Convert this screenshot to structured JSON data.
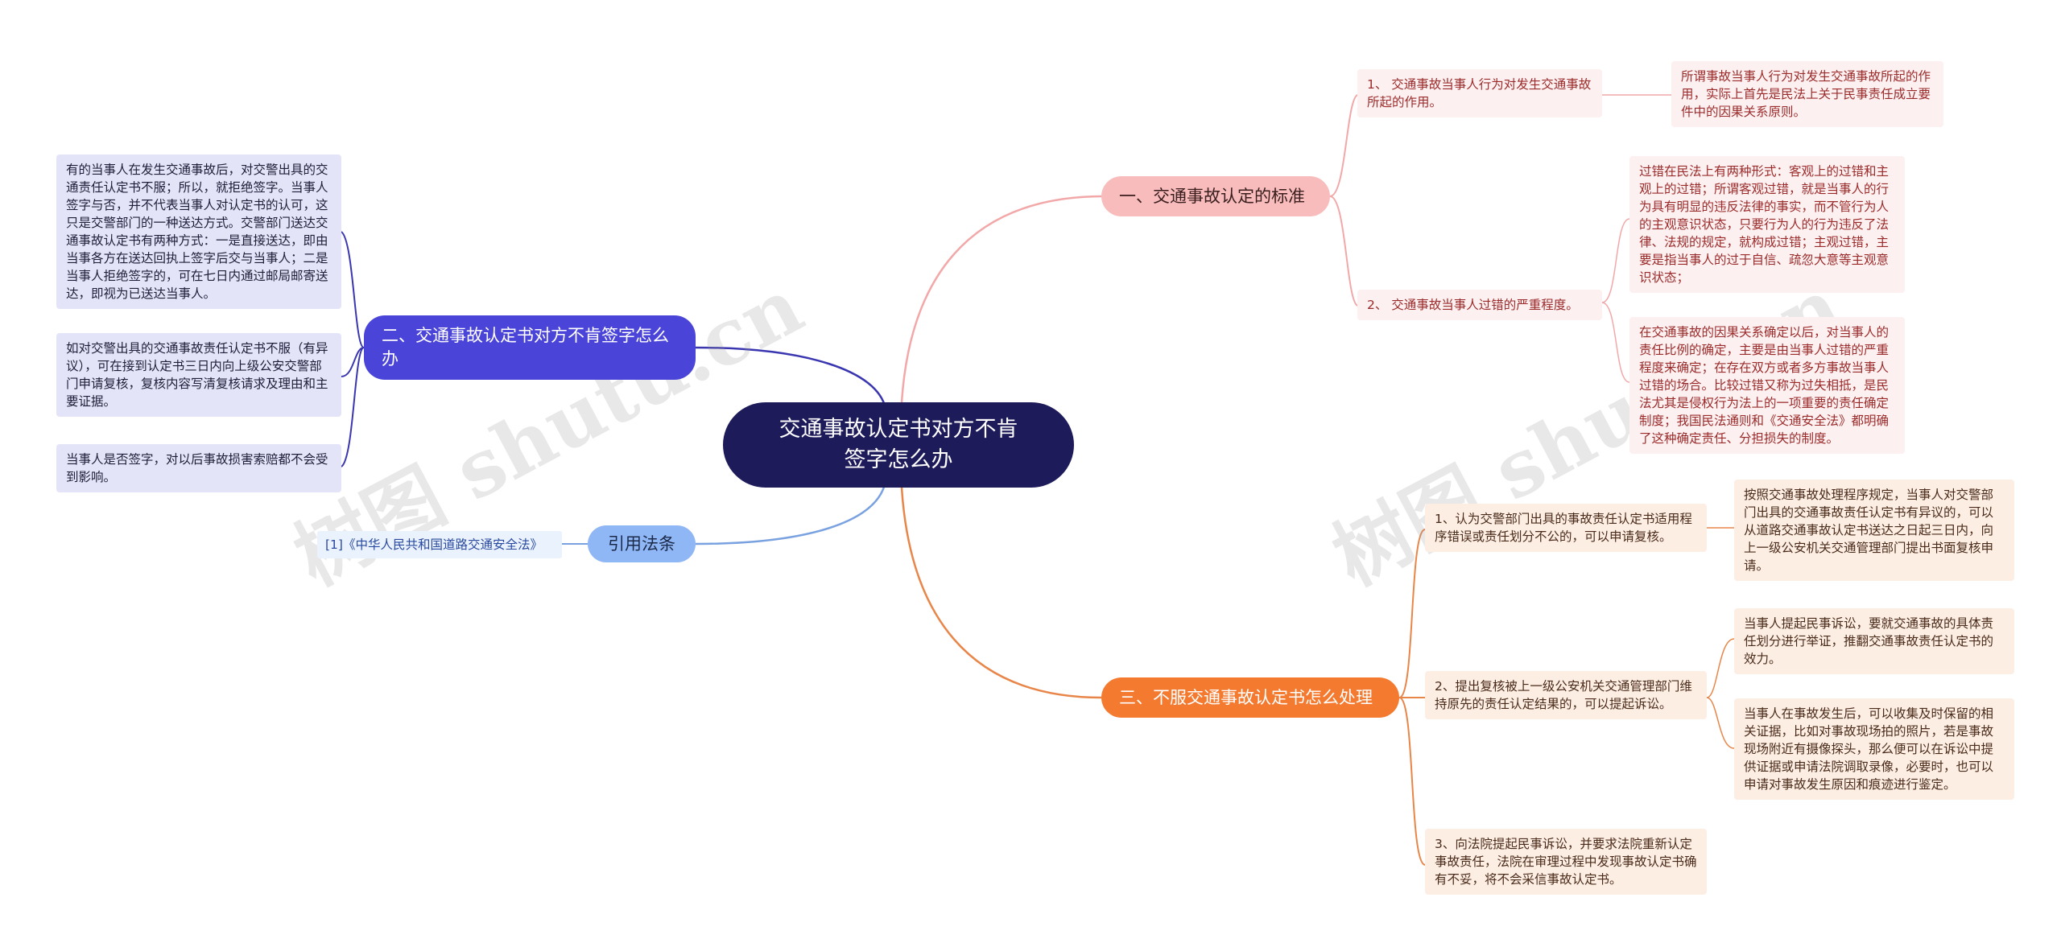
{
  "center": {
    "title": "交通事故认定书对方不肯签字怎么办"
  },
  "topics": {
    "t1": "一、交通事故认定的标准",
    "t2": "二、交通事故认定书对方不肯签字怎么办",
    "t3": "三、不服交通事故认定书怎么处理",
    "t4": "引用法条"
  },
  "t1_children": {
    "sub1": "1、 交通事故当事人行为对发生交通事故所起的作用。",
    "sub1_leaf": "所谓事故当事人行为对发生交通事故所起的作用，实际上首先是民法上关于民事责任成立要件中的因果关系原则。",
    "sub2": "2、 交通事故当事人过错的严重程度。",
    "sub2_leaf1": "过错在民法上有两种形式：客观上的过错和主观上的过错；所谓客观过错，就是当事人的行为具有明显的违反法律的事实，而不管行为人的主观意识状态，只要行为人的行为违反了法律、法规的规定，就构成过错；主观过错，主要是指当事人的过于自信、疏忽大意等主观意识状态；",
    "sub2_leaf2": "在交通事故的因果关系确定以后，对当事人的责任比例的确定，主要是由当事人过错的严重程度来确定；在存在双方或者多方事故当事人过错的场合。比较过错又称为过失相抵，是民法尤其是侵权行为法上的一项重要的责任确定制度；我国民法通则和《交通安全法》都明确了这种确定责任、分担损失的制度。"
  },
  "t2_children": {
    "leaf1": "有的当事人在发生交通事故后，对交警出具的交通责任认定书不服；所以，就拒绝签字。当事人签字与否，并不代表当事人对认定书的认可，这只是交警部门的一种送达方式。交警部门送达交通事故认定书有两种方式：一是直接送达，即由当事各方在送达回执上签字后交与当事人；二是当事人拒绝签字的，可在七日内通过邮局邮寄送达，即视为已送达当事人。",
    "leaf2": "如对交警出具的交通事故责任认定书不服（有异议），可在接到认定书三日内向上级公安交警部门申请复核，复核内容写清复核请求及理由和主要证据。",
    "leaf3": "当事人是否签字，对以后事故损害索赔都不会受到影响。"
  },
  "t3_children": {
    "sub1": "1、认为交警部门出具的事故责任认定书适用程序错误或责任划分不公的，可以申请复核。",
    "sub1_leaf": "按照交通事故处理程序规定，当事人对交警部门出具的交通事故责任认定书有异议的，可以从道路交通事故认定书送达之日起三日内，向上一级公安机关交通管理部门提出书面复核申请。",
    "sub2": "2、提出复核被上一级公安机关交通管理部门维持原先的责任认定结果的，可以提起诉讼。",
    "sub2_leaf1": "当事人提起民事诉讼，要就交通事故的具体责任划分进行举证，推翻交通事故责任认定书的效力。",
    "sub2_leaf2": "当事人在事故发生后，可以收集及时保留的相关证据，比如对事故现场拍的照片，若是事故现场附近有摄像探头，那么便可以在诉讼中提供证据或申请法院调取录像，必要时，也可以申请对事故发生原因和痕迹进行鉴定。",
    "sub3": "3、向法院提起民事诉讼，并要求法院重新认定事故责任，法院在审理过程中发现事故认定书确有不妥，将不会采信事故认定书。"
  },
  "t4_children": {
    "ref": "[1]《中华人民共和国道路交通安全法》"
  },
  "watermarks": [
    "树图 shutu.cn",
    "树图 shutu.cn"
  ],
  "colors": {
    "center": "#1e1b5a",
    "branch1": "#f8bcbc",
    "branch2": "#4a45d8",
    "branch3": "#f47a30",
    "branch4": "#8fb6f5"
  }
}
